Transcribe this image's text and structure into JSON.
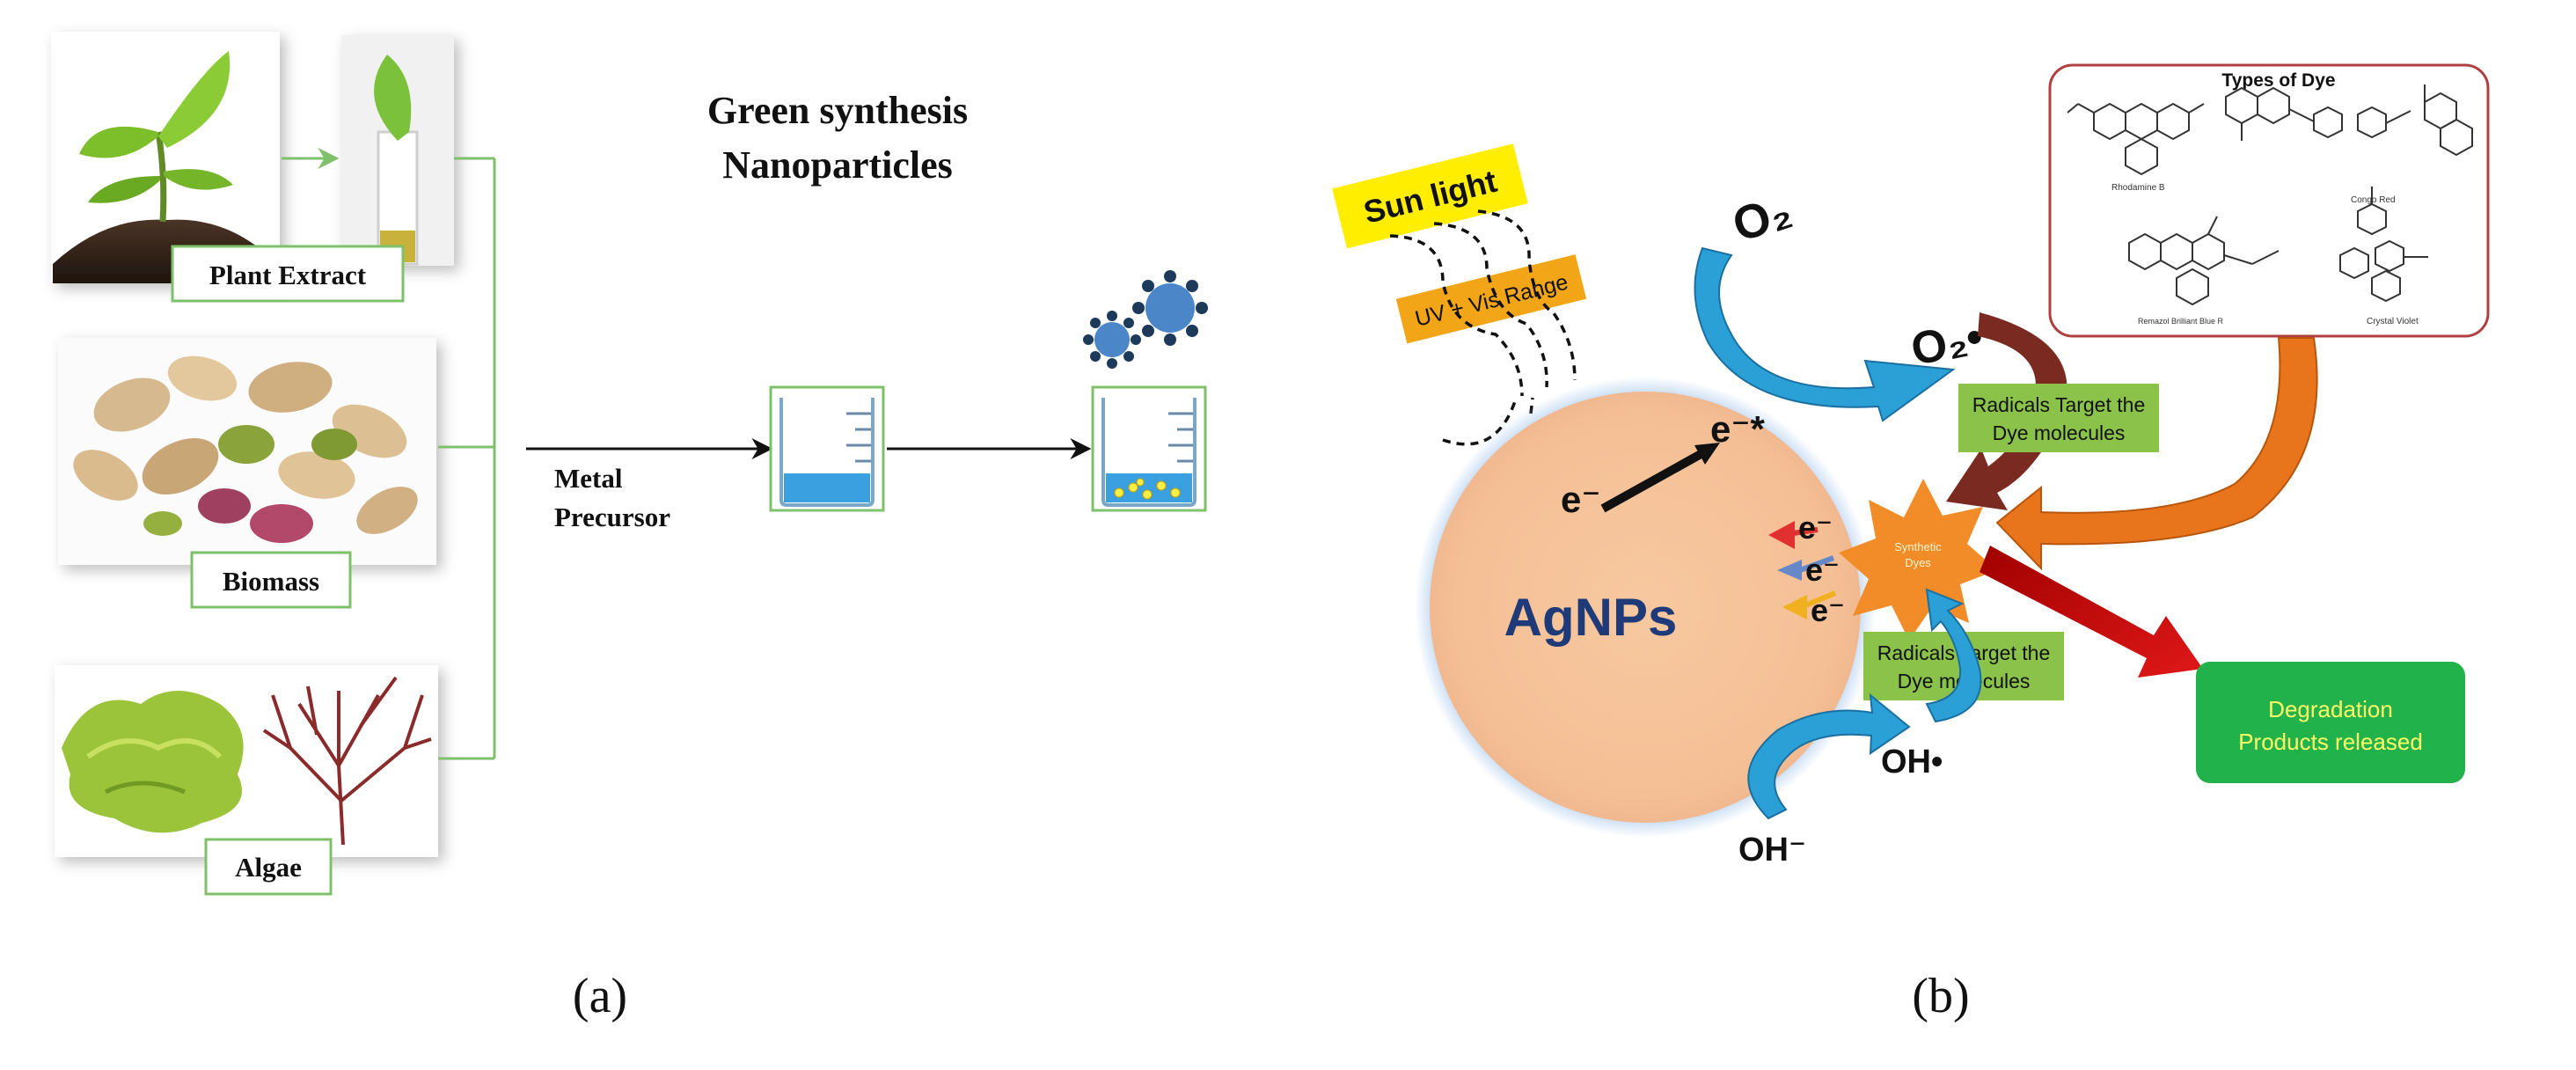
{
  "panel_a": {
    "title_line1": "Green synthesis",
    "title_line2": "Nanoparticles",
    "sources": [
      "Plant Extract",
      "Biomass",
      "Algae"
    ],
    "precursor_line1": "Metal",
    "precursor_line2": "Precursor",
    "caption": "(a)"
  },
  "panel_b": {
    "sunlight": "Sun light",
    "uv_range": "UV + Vis Range",
    "particle": "AgNPs",
    "electron": "e⁻",
    "excited_electron": "e⁻*",
    "oxygen": "O₂",
    "oxygen_radical": "O₂•",
    "hydroxide": "OH⁻",
    "hydroxyl_radical": "OH•",
    "dye_types_title": "Types of Dye",
    "dye_names": [
      "Rhodamine B",
      "Congo Red",
      "Remazol Brilliant Blue R",
      "Crystal Violet"
    ],
    "radicals_line1": "Radicals Target the",
    "radicals_line2": "Dye molecules",
    "synthetic_dyes_line1": "Synthetic",
    "synthetic_dyes_line2": "Dyes",
    "degradation_line1": "Degradation",
    "degradation_line2": "Products released",
    "caption": "(b)"
  },
  "colors": {
    "green_border": "#7fc06a",
    "sunlight_yellow": "#ffee00",
    "uv_orange": "#f2a516",
    "particle_fill": "#f6c39a",
    "particle_text": "#1f3a78",
    "arrow_blue": "#2ba0d6",
    "label_green": "#8bc34a",
    "degradation_green": "#22b24c",
    "degradation_text": "#ffff66",
    "star_orange": "#f28c28",
    "dye_box_border": "#b04040",
    "maroon": "#7a2a20",
    "arrow_orange": "#e8741c",
    "red_arrow": "#cc1111",
    "water_blue": "#3aa0e0",
    "particle_blue": "#4a86c8"
  }
}
